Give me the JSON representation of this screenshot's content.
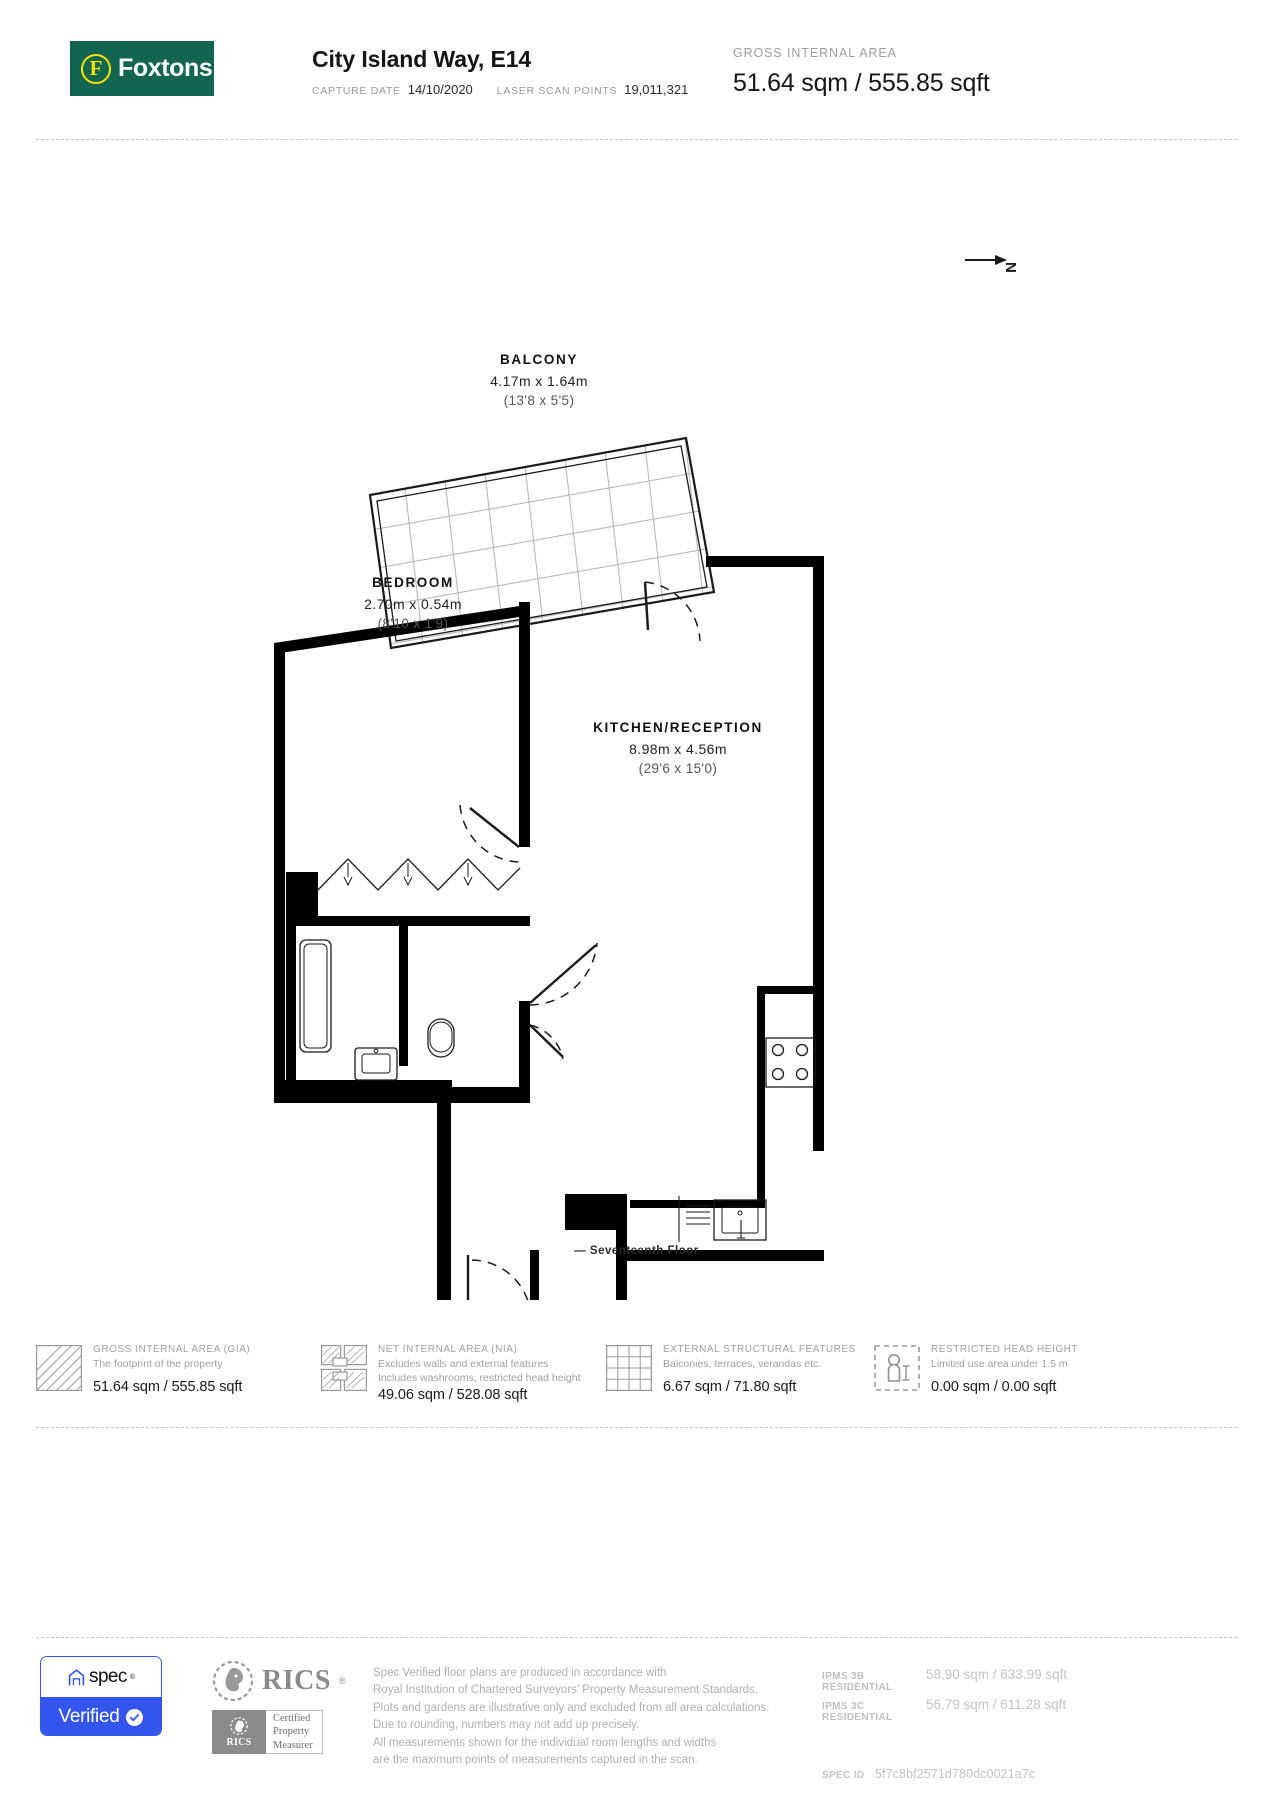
{
  "header": {
    "brand": {
      "initial": "F",
      "name": "Foxtons",
      "bg_color": "#14654f",
      "accent_color": "#f4e200"
    },
    "title": "City Island Way, E14",
    "capture_date_label": "CAPTURE DATE",
    "capture_date_value": "14/10/2020",
    "laser_points_label": "LASER SCAN POINTS",
    "laser_points_value": "19,011,321",
    "gia_label": "GROSS INTERNAL AREA",
    "gia_value": "51.64 sqm / 555.85 sqft"
  },
  "plan": {
    "compass_label": "N",
    "floor_caption": "— Seventeenth Floor",
    "rooms": [
      {
        "name": "BALCONY",
        "dim_metric": "4.17m x 1.64m",
        "dim_imperial": "(13'8 x 5'5)"
      },
      {
        "name": "BEDROOM",
        "dim_metric": "2.70m x 0.54m",
        "dim_imperial": "(8'10 x 1'9)"
      },
      {
        "name": "KITCHEN/RECEPTION",
        "dim_metric": "8.98m x 4.56m",
        "dim_imperial": "(29'6 x 15'0)"
      }
    ]
  },
  "legend": [
    {
      "swatch": "diagonal-hatch-swatch",
      "title": "GROSS INTERNAL AREA (GIA)",
      "desc1": "The footprint of the property",
      "desc2": "",
      "value": "51.64 sqm / 555.85 sqft"
    },
    {
      "swatch": "net-area-hatch-swatch",
      "title": "NET INTERNAL AREA (NIA)",
      "desc1": "Excludes walls and external features",
      "desc2": "Includes washrooms, restricted head height",
      "value": "49.06 sqm / 528.08 sqft"
    },
    {
      "swatch": "grid-swatch",
      "title": "EXTERNAL STRUCTURAL FEATURES",
      "desc1": "Balconies, terraces, verandas etc.",
      "desc2": "",
      "value": "6.67 sqm / 71.80 sqft"
    },
    {
      "swatch": "restricted-head-height-swatch",
      "title": "RESTRICTED HEAD HEIGHT",
      "desc1": "Limited use area under 1.5 m",
      "desc2": "",
      "value": "0.00 sqm / 0.00 sqft"
    }
  ],
  "footer": {
    "spec_badge": {
      "brand": "spec",
      "registered_mark": "®",
      "status": "Verified",
      "color": "#3355ee"
    },
    "rics": {
      "word": "RICS",
      "registered_mark": "®",
      "cert_mark": "RICS",
      "cert_line1": "Certified",
      "cert_line2": "Property",
      "cert_line3": "Measurer"
    },
    "disclaimer_lines": [
      "Spec Verified floor plans are produced in accordance with",
      "Royal Institution of Chartered Surveyors’ Property Measurement Standards.",
      "Plots and gardens are illustrative only and excluded from all area calculations.",
      "Due to rounding, numbers may not add up precisely.",
      "All measurements shown for the individual room lengths and widths",
      "are the maximum points of measurements captured in the scan."
    ],
    "ipms": [
      {
        "label": "IPMS 3B RESIDENTIAL",
        "value": "58.90 sqm / 633.99 sqft"
      },
      {
        "label": "IPMS 3C RESIDENTIAL",
        "value": "56.79 sqm / 611.28 sqft"
      }
    ],
    "spec_id_label": "SPEC ID",
    "spec_id_value": "5f7c8bf2571d780dc0021a7c"
  }
}
